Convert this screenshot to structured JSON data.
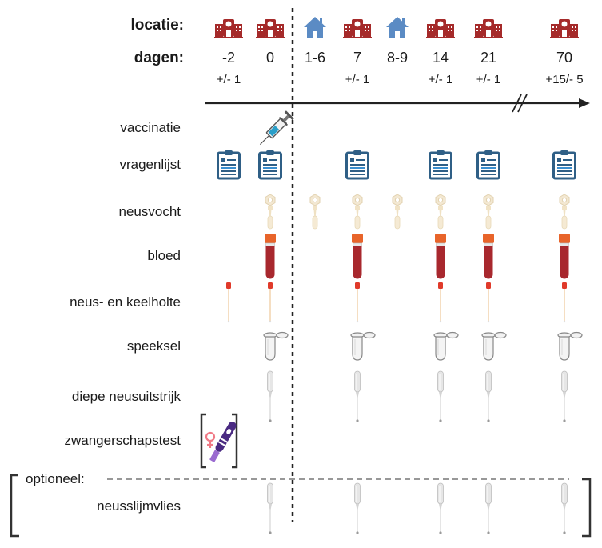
{
  "header": {
    "location_label": "locatie:",
    "days_label": "dagen:"
  },
  "colors": {
    "hospital": "#a52a2a",
    "home": "#5b8bc4",
    "clipboard": "#2f5f86",
    "blood_cap": "#e8642a",
    "blood": "#a8282e",
    "swab_tip": "#e03a2a",
    "pregnancy_test": "#4a2a82",
    "female_symbol": "#f07a86"
  },
  "timepoints": [
    {
      "day": "-2",
      "tolerance": "+/- 1",
      "location": "hospital-icon"
    },
    {
      "day": "0",
      "tolerance": "",
      "location": "hospital-icon"
    },
    {
      "day": "1-6",
      "tolerance": "",
      "location": "home-icon"
    },
    {
      "day": "7",
      "tolerance": "+/- 1",
      "location": "hospital-icon"
    },
    {
      "day": "8-9",
      "tolerance": "",
      "location": "home-icon"
    },
    {
      "day": "14",
      "tolerance": "+/- 1",
      "location": "hospital-icon"
    },
    {
      "day": "21",
      "tolerance": "+/- 1",
      "location": "hospital-icon"
    },
    {
      "day": "70",
      "tolerance": "+15/- 5",
      "location": "hospital-icon"
    }
  ],
  "rows": [
    {
      "label": "vaccinatie",
      "icon": "syringe-icon",
      "timepoints": [
        "0"
      ]
    },
    {
      "label": "vragenlijst",
      "icon": "clipboard-icon",
      "timepoints": [
        "-2",
        "0",
        "7",
        "14",
        "21",
        "70"
      ]
    },
    {
      "label": "neusvocht",
      "icon": "nasal-sampler-icon",
      "timepoints": [
        "0",
        "1-6",
        "7",
        "8-9",
        "14",
        "21",
        "70"
      ]
    },
    {
      "label": "bloed",
      "icon": "blood-tube-icon",
      "timepoints": [
        "0",
        "7",
        "14",
        "21",
        "70"
      ]
    },
    {
      "label": "neus- en keelholte",
      "icon": "swab-icon",
      "timepoints": [
        "-2",
        "0",
        "7",
        "14",
        "21",
        "70"
      ]
    },
    {
      "label": "speeksel",
      "icon": "microtube-icon",
      "timepoints": [
        "0",
        "7",
        "14",
        "21",
        "70"
      ]
    },
    {
      "label": "diepe neusuitstrijk",
      "icon": "nasal-curette-icon",
      "timepoints": [
        "0",
        "7",
        "14",
        "21",
        "70"
      ]
    },
    {
      "label": "zwangerschapstest",
      "icon": "pregnancy-test-icon",
      "timepoints": [
        "-2"
      ]
    }
  ],
  "optional": {
    "label": "optioneel:",
    "rows": [
      {
        "label": "neusslijmvlies",
        "icon": "nasal-curette-icon",
        "timepoints": [
          "0",
          "7",
          "14",
          "21",
          "70"
        ]
      }
    ]
  }
}
